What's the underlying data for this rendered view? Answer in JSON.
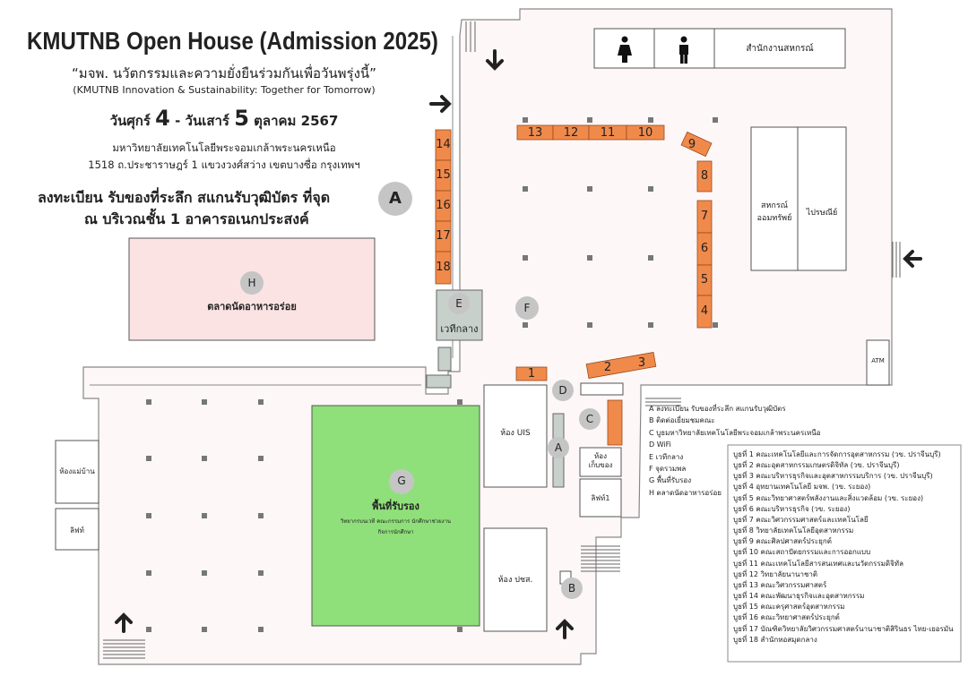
{
  "header": {
    "title": "KMUTNB Open House (Admission 2025)",
    "slogan_th": "“มจพ. นวัตกรรมและความยั่งยืนร่วมกันเพื่อวันพรุ่งนี้”",
    "slogan_en": "(KMUTNB Innovation & Sustainability: Together for Tomorrow)",
    "date_prefix": "วันศุกร์",
    "date_day1": "4",
    "date_mid": "- วันเสาร์",
    "date_day2": "5",
    "date_suffix": "ตุลาคม 2567",
    "university": "มหาวิทยาลัยเทคโนโลยีพระจอมเกล้าพระนครเหนือ",
    "address": "1518 ถ.ประชาราษฎร์ 1 แขวงวงศ์สว่าง เขตบางซื่อ กรุงเทพฯ",
    "register_line1": "ลงทะเบียน รับของที่ระลึก สแกนรับวุฒิบัตร ที่จุด",
    "register_line2": "ณ บริเวณชั้น 1 อาคารอเนกประสงค์",
    "register_marker": "A"
  },
  "rooms": {
    "h_letter": "H",
    "h_label": "ตลาดนัดอาหารอร่อย",
    "e_letter": "E",
    "e_label": "เวทีกลาง",
    "f_letter": "F",
    "g_letter": "G",
    "g_label": "พื้นที่รับรอง",
    "g_sub1": "วิทยากรบนเวที คณะกรรมการ นักศึกษาช่วยงาน",
    "g_sub2": "กิจการนักศึกษา",
    "a_letter": "A",
    "b_letter": "B",
    "c_letter": "C",
    "d_letter": "D",
    "coop_office": "สำนักงานสหกรณ์",
    "coop_store": "สหกรณ์\nออมทรัพย์",
    "post": "ไปรษณีย์",
    "atm": "ATM",
    "uis": "ห้อง UIS",
    "storage": "ห้อง\nเก็บของ",
    "lift1": "ลิฟท์1",
    "lift": "ลิฟท์",
    "maid": "ห้องแม่บ้าน",
    "pchs": "ห้อง ปชส."
  },
  "booths": [
    "1",
    "2",
    "3",
    "4",
    "5",
    "6",
    "7",
    "8",
    "9",
    "10",
    "11",
    "12",
    "13",
    "14",
    "15",
    "16",
    "17",
    "18"
  ],
  "legend_points": [
    "A ลงทะเบียน รับของที่ระลึก สแกนรับวุฒิบัตร",
    "B ติดต่อเยี่ยมชมคณะ",
    "C บูธมหาวิทยาลัยเทคโนโลยีพระจอมเกล้าพระนครเหนือ",
    "D WiFi",
    "E เวทีกลาง",
    "F จุดรวมพล",
    "G พื้นที่รับรอง",
    "H ตลาดนัดอาหารอร่อย"
  ],
  "legend_booths": [
    "บูธที่ 1    คณะเทคโนโลยีและการจัดการอุตสาหกรรม (วข. ปราจีนบุรี)",
    "บูธที่ 2    คณะอุตสาหกรรมเกษตรดิจิทัล (วข. ปราจีนบุรี)",
    "บูธที่ 3    คณะบริหารธุรกิจและอุตสาหกรรมบริการ (วข. ปราจีนบุรี)",
    "บูธที่ 4    อุทยานเทคโนโลยี มจพ. (วข. ระยอง)",
    "บูธที่ 5    คณะวิทยาศาสตร์พลังงานและสิ่งแวดล้อม (วข. ระยอง)",
    "บูธที่ 6    คณะบริหารธุรกิจ (วข. ระยอง)",
    "บูธที่ 7    คณะวิศวกรรมศาสตร์และเทคโนโลยี",
    "บูธที่ 8    วิทยาลัยเทคโนโลยีอุตสาหกรรม",
    "บูธที่ 9    คณะศิลปศาสตร์ประยุกต์",
    "บูธที่ 10  คณะสถาปัตยกรรมและการออกแบบ",
    "บูธที่ 11  คณะเทคโนโลยีสารสนเทศและนวัตกรรมดิจิทัล",
    "บูธที่ 12  วิทยาลัยนานาชาติ",
    "บูธที่ 13  คณะวิศวกรรมศาสตร์",
    "บูธที่ 14  คณะพัฒนาธุรกิจและอุตสาหกรรม",
    "บูธที่ 15  คณะครุศาสตร์อุตสาหกรรม",
    "บูธที่ 16  คณะวิทยาศาสตร์ประยุกต์",
    "บูธที่ 17  บัณฑิตวิทยาลัยวิศวกรรมศาสตร์นานาชาติสิรินธร ไทย-เยอรมัน",
    "บูธที่ 18  สำนักหอสมุดกลาง"
  ],
  "colors": {
    "booth": "#f08a4b",
    "green": "#8fe07a",
    "pink": "#fbe3e3",
    "floor": "#fdf7f7",
    "marker": "#c5c5c5",
    "stage": "#c8d0cc"
  },
  "icons": [
    "female-toilet-icon",
    "male-toilet-icon",
    "arrow-icon"
  ]
}
